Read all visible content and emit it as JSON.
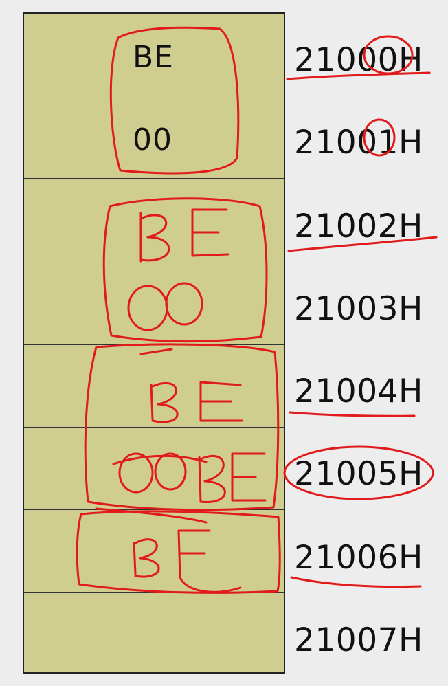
{
  "memory": {
    "cells": [
      {
        "value": "BE",
        "address": "21000H"
      },
      {
        "value": "00",
        "address": "21001H"
      },
      {
        "value": "",
        "address": "21002H"
      },
      {
        "value": "",
        "address": "21003H"
      },
      {
        "value": "",
        "address": "21004H"
      },
      {
        "value": "",
        "address": "21005H"
      },
      {
        "value": "",
        "address": "21006H"
      },
      {
        "value": "",
        "address": "21007H"
      }
    ]
  },
  "annotations": {
    "color": "#e11b1b",
    "handwritten": [
      "BE",
      "00",
      "BE",
      "00BE",
      "BE"
    ]
  }
}
